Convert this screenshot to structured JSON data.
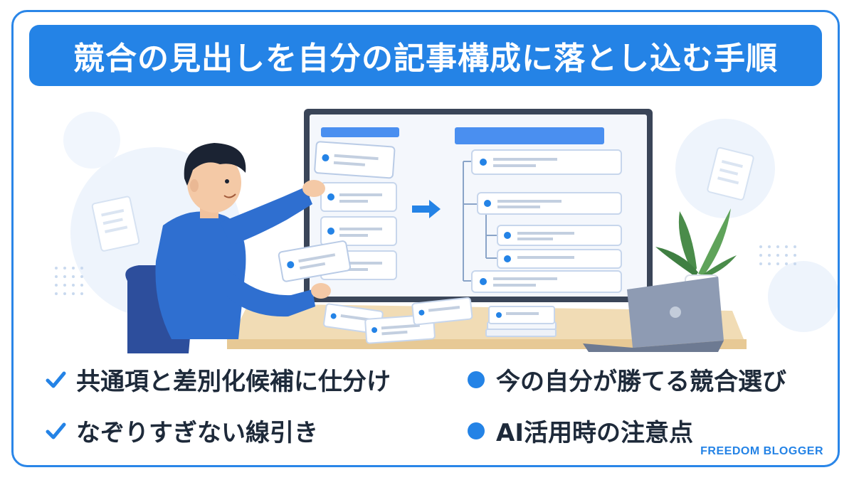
{
  "title": "競合の見出しを自分の記事構成に落とし込む手順",
  "points": [
    {
      "label": "共通項と差別化候補に仕分け",
      "marker": "check-icon"
    },
    {
      "label": "今の自分が勝てる競合選び",
      "marker": "dot-icon"
    },
    {
      "label": "なぞりすぎない線引き",
      "marker": "check-icon"
    },
    {
      "label": "AI活用時の注意点",
      "marker": "dot-icon"
    }
  ],
  "brand": "FREEDOM BLOGGER",
  "colors": {
    "accent": "#2483e6",
    "frame": "#2a86e8",
    "text": "#1e2a3a"
  }
}
